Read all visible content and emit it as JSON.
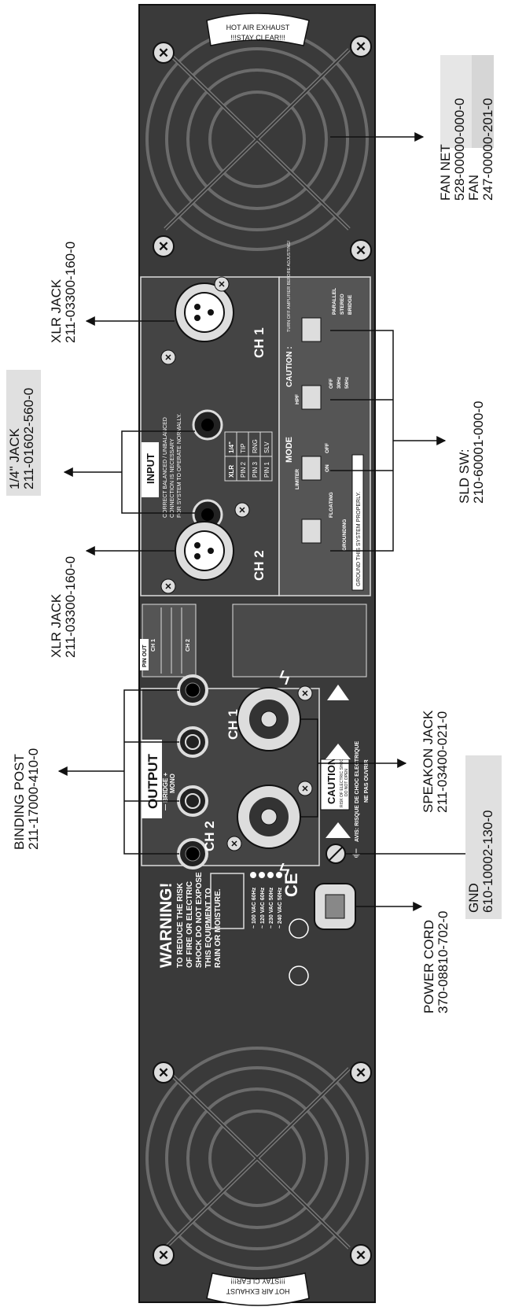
{
  "fan_label": "HOT AIR EXHAUST\n!!!STAY CLEAR!!!",
  "callouts": {
    "fan": {
      "line1": "FAN NET",
      "line2": "528-00000-000-0",
      "line3": "FAN",
      "line4": "247-00000-201-0"
    },
    "xlr_ch1": {
      "line1": "XLR JACK",
      "line2": "211-03300-160-0"
    },
    "quarter_jack": {
      "line1": "1/4\" JACK",
      "line2": "211-01602-560-0"
    },
    "xlr_ch2": {
      "line1": "XLR JACK",
      "line2": "211-03300-160-0"
    },
    "sld_sw": {
      "line1": "SLD SW:",
      "line2": "210-60001-000-0"
    },
    "binding_post": {
      "line1": "BINDING POST",
      "line2": "211-17000-410-0"
    },
    "speakon": {
      "line1": "SPEAKON JACK",
      "line2": "211-03400-021-0"
    },
    "gnd": {
      "line1": "GND",
      "line2": "610-10002-130-0"
    },
    "power_cord": {
      "line1": "POWER CORD",
      "line2": "370-08810-702-0"
    }
  },
  "panel": {
    "input_title": "INPUT",
    "input_note1": "CORRECT BALANCED / UNBALANCED",
    "input_note2": "CONNECTION IS NECESSARY",
    "input_note3": "FOR SYSTEM TO OPERATE NORMALLY.",
    "ch1": "CH 1",
    "ch2": "CH 2",
    "pin_table": {
      "headers": [
        "XLR",
        "1/4\""
      ],
      "rows": [
        [
          "PIN 2",
          "TIP"
        ],
        [
          "PIN 3",
          "RNG"
        ],
        [
          "PIN 1",
          "SLV"
        ]
      ]
    },
    "mode_title": "MODE",
    "caution_label": "CAUTION :",
    "caution_note": "TURN OFF AMPLIFIER BEFORE ADJUSTING!",
    "switch_parallel": "PARALLEL",
    "switch_stereo": "STEREO",
    "switch_bridge": "BRIDGE",
    "hpf": "HPF",
    "hpf_off": "OFF",
    "hpf_30": "30Hz",
    "hpf_50": "50Hz",
    "limiter": "LIMITER",
    "lim_on": "ON",
    "lim_off": "OFF",
    "floating": "FLOATING",
    "grounding": "GROUNDING",
    "ground_note": "GROUND THIS SYSTEM PROPERLY.",
    "pinout_title": "PIN OUT",
    "pinout_ch1": "CH 1",
    "pinout_ch2": "CH 2",
    "output_title": "OUTPUT",
    "bridge_label": "— BRIDGE +",
    "mono_label": "MONO",
    "caution_box": "CAUTION",
    "caution_sub": "RISK OF ELECTRIC SHOCK",
    "caution_sub2": "DO NOT OPEN",
    "avis": "AVIS: RISQUE DE CHOC ELECTRIQUE",
    "avis2": "NE PAS OUVRIR",
    "warning_title": "WARNING!",
    "warning_lines": [
      "TO REDUCE THE RISK",
      "OF FIRE OR ELECTRIC",
      "SHOCK DO NOT EXPOSE",
      "THIS EQUIPMENT TO",
      "RAIN OR MOISTURE."
    ],
    "voltages": [
      "~ 100 VAC 60Hz",
      "~ 120 VAC 60Hz",
      "~ 230 VAC 50Hz",
      "~ 240 VAC 50Hz"
    ],
    "ce": "CE"
  }
}
